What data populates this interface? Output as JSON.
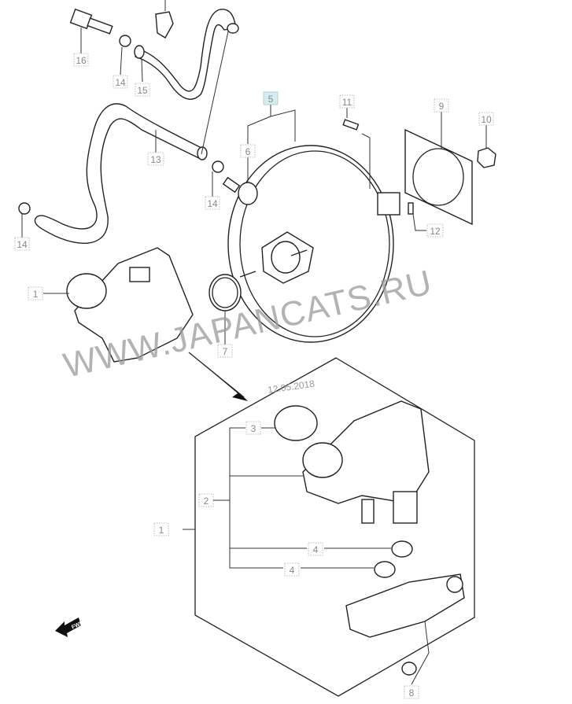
{
  "diagram": {
    "watermark": "WWW.JAPANCATS.RU",
    "date": "12.05.2018",
    "fwd_label": "FWD",
    "callouts": [
      "16",
      "14",
      "15",
      "5",
      "6",
      "13",
      "14",
      "14",
      "11",
      "9",
      "10",
      "12",
      "1",
      "7",
      "3",
      "2",
      "1",
      "4",
      "4",
      "8"
    ],
    "highlight_color": "#d7ecf2"
  }
}
